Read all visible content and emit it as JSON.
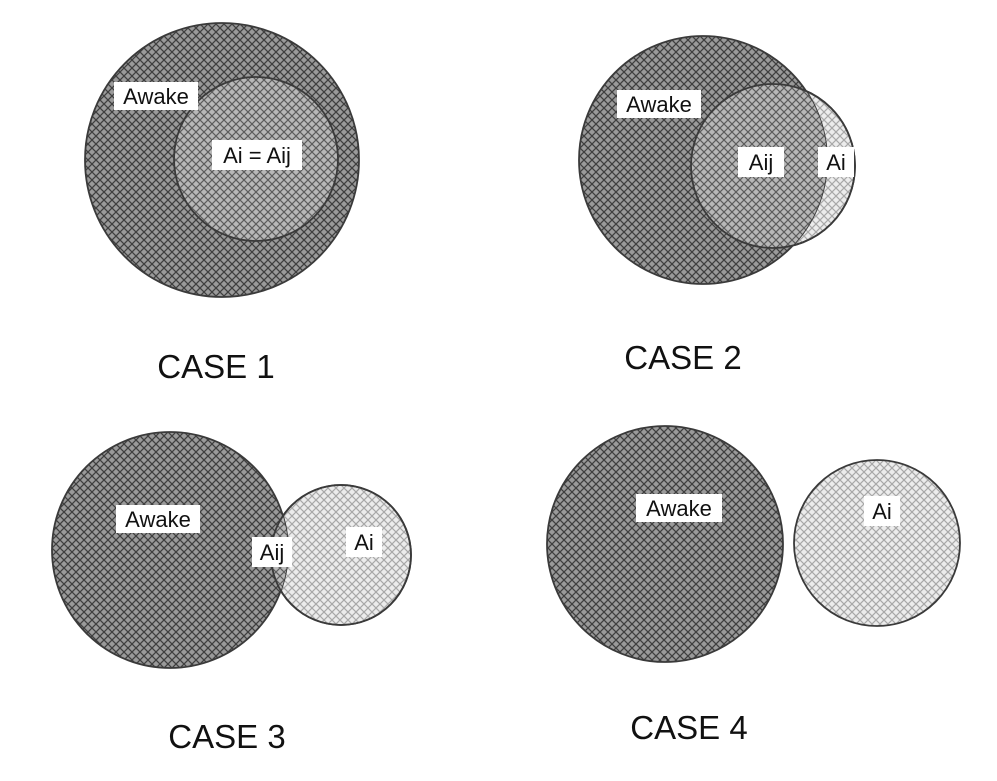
{
  "colors": {
    "background": "#ffffff",
    "outline": "#3a3a3a",
    "awake_fill": "#8c8c8c",
    "ai_fill": "#c4c4c4",
    "text": "#111111"
  },
  "cases": [
    {
      "caption": "CASE 1",
      "labels": {
        "awake": "Awake",
        "intersection": "Ai = Aij"
      }
    },
    {
      "caption": "CASE 2",
      "labels": {
        "awake": "Awake",
        "intersection": "Aij",
        "ai": "Ai"
      }
    },
    {
      "caption": "CASE 3",
      "labels": {
        "awake": "Awake",
        "intersection": "Aij",
        "ai": "Ai"
      }
    },
    {
      "caption": "CASE 4",
      "labels": {
        "awake": "Awake",
        "ai": "Ai"
      }
    }
  ]
}
